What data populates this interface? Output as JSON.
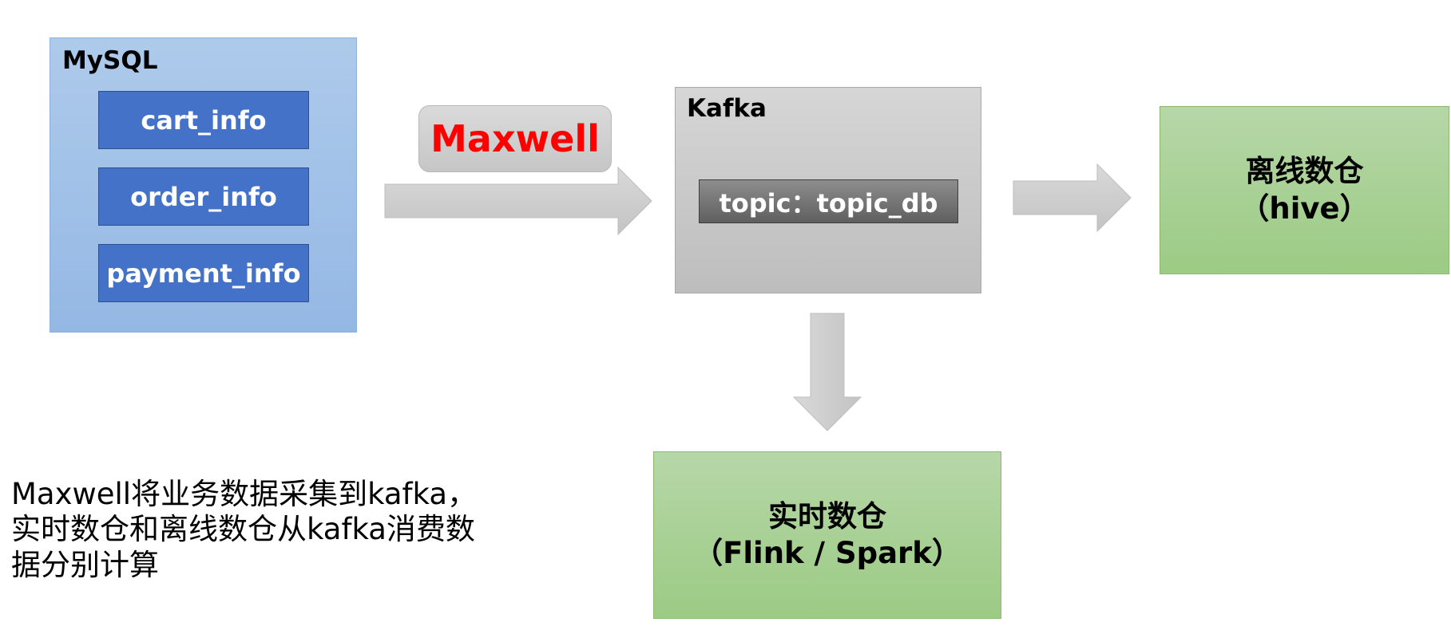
{
  "mysql": {
    "title": "MySQL",
    "tables": [
      "cart_info",
      "order_info",
      "payment_info"
    ]
  },
  "maxwell": {
    "label": "Maxwell",
    "color": "#ff0000"
  },
  "kafka": {
    "title": "Kafka",
    "topic": "topic：topic_db"
  },
  "offline": {
    "line1": "离线数仓",
    "line2": "（hive）"
  },
  "realtime": {
    "line1": "实时数仓",
    "line2": "（Flink / Spark）"
  },
  "description": {
    "line1": "Maxwell将业务数据采集到kafka，",
    "line2": "实时数仓和离线数仓从kafka消费数",
    "line3": "据分别计算"
  },
  "colors": {
    "mysql_fill": "#aecaeb",
    "table_fill": "#4472c8",
    "kafka_fill": "#d0d0d0",
    "topic_fill": "#757575",
    "warehouse_fill": "#a9d18e",
    "arrow_fill": "#cfcfcf"
  }
}
